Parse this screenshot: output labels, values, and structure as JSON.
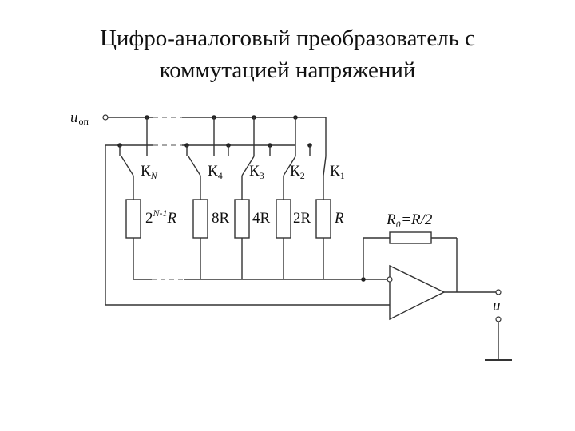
{
  "title": {
    "line1": "Цифро-аналоговый преобразователь с",
    "line2": "коммутацией напряжений"
  },
  "labels": {
    "input_symbol": "u",
    "input_subscript": "оп",
    "output_symbol": "u",
    "feedback_resistor": "R₀=R/2"
  },
  "switches": [
    {
      "name": "К",
      "index": "N"
    },
    {
      "name": "К",
      "index": "4"
    },
    {
      "name": "К",
      "index": "3"
    },
    {
      "name": "К",
      "index": "2"
    },
    {
      "name": "К",
      "index": "1"
    }
  ],
  "resistors": [
    {
      "label": "2",
      "sup": "N-1",
      "tail": "R"
    },
    {
      "label": "8R"
    },
    {
      "label": "4R"
    },
    {
      "label": "2R"
    },
    {
      "label": "R"
    }
  ]
}
